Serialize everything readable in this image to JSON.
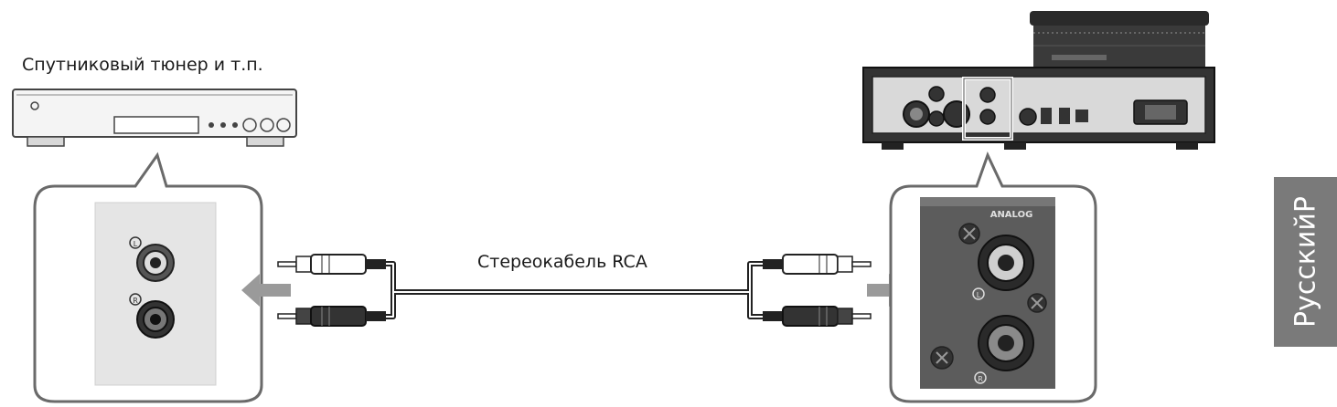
{
  "labels": {
    "source_device": "Спутниковый тюнер и т.п.",
    "cable": "Стереокабель RCA",
    "language_tab": "РусскийР"
  },
  "panel_text": {
    "analog": "ANALOG",
    "jack_left_mark": "L",
    "jack_right_mark": "R"
  },
  "colors": {
    "line": "#5a5a5a",
    "callout_fill": "#ffffff",
    "arrow": "#9a9a9a",
    "cable": "#222222",
    "amp_body": "#3a3a3a",
    "panel_light": "#e3e3e3",
    "panel_dark": "#5c5c5c",
    "language_tab": "#7a7a7a"
  }
}
